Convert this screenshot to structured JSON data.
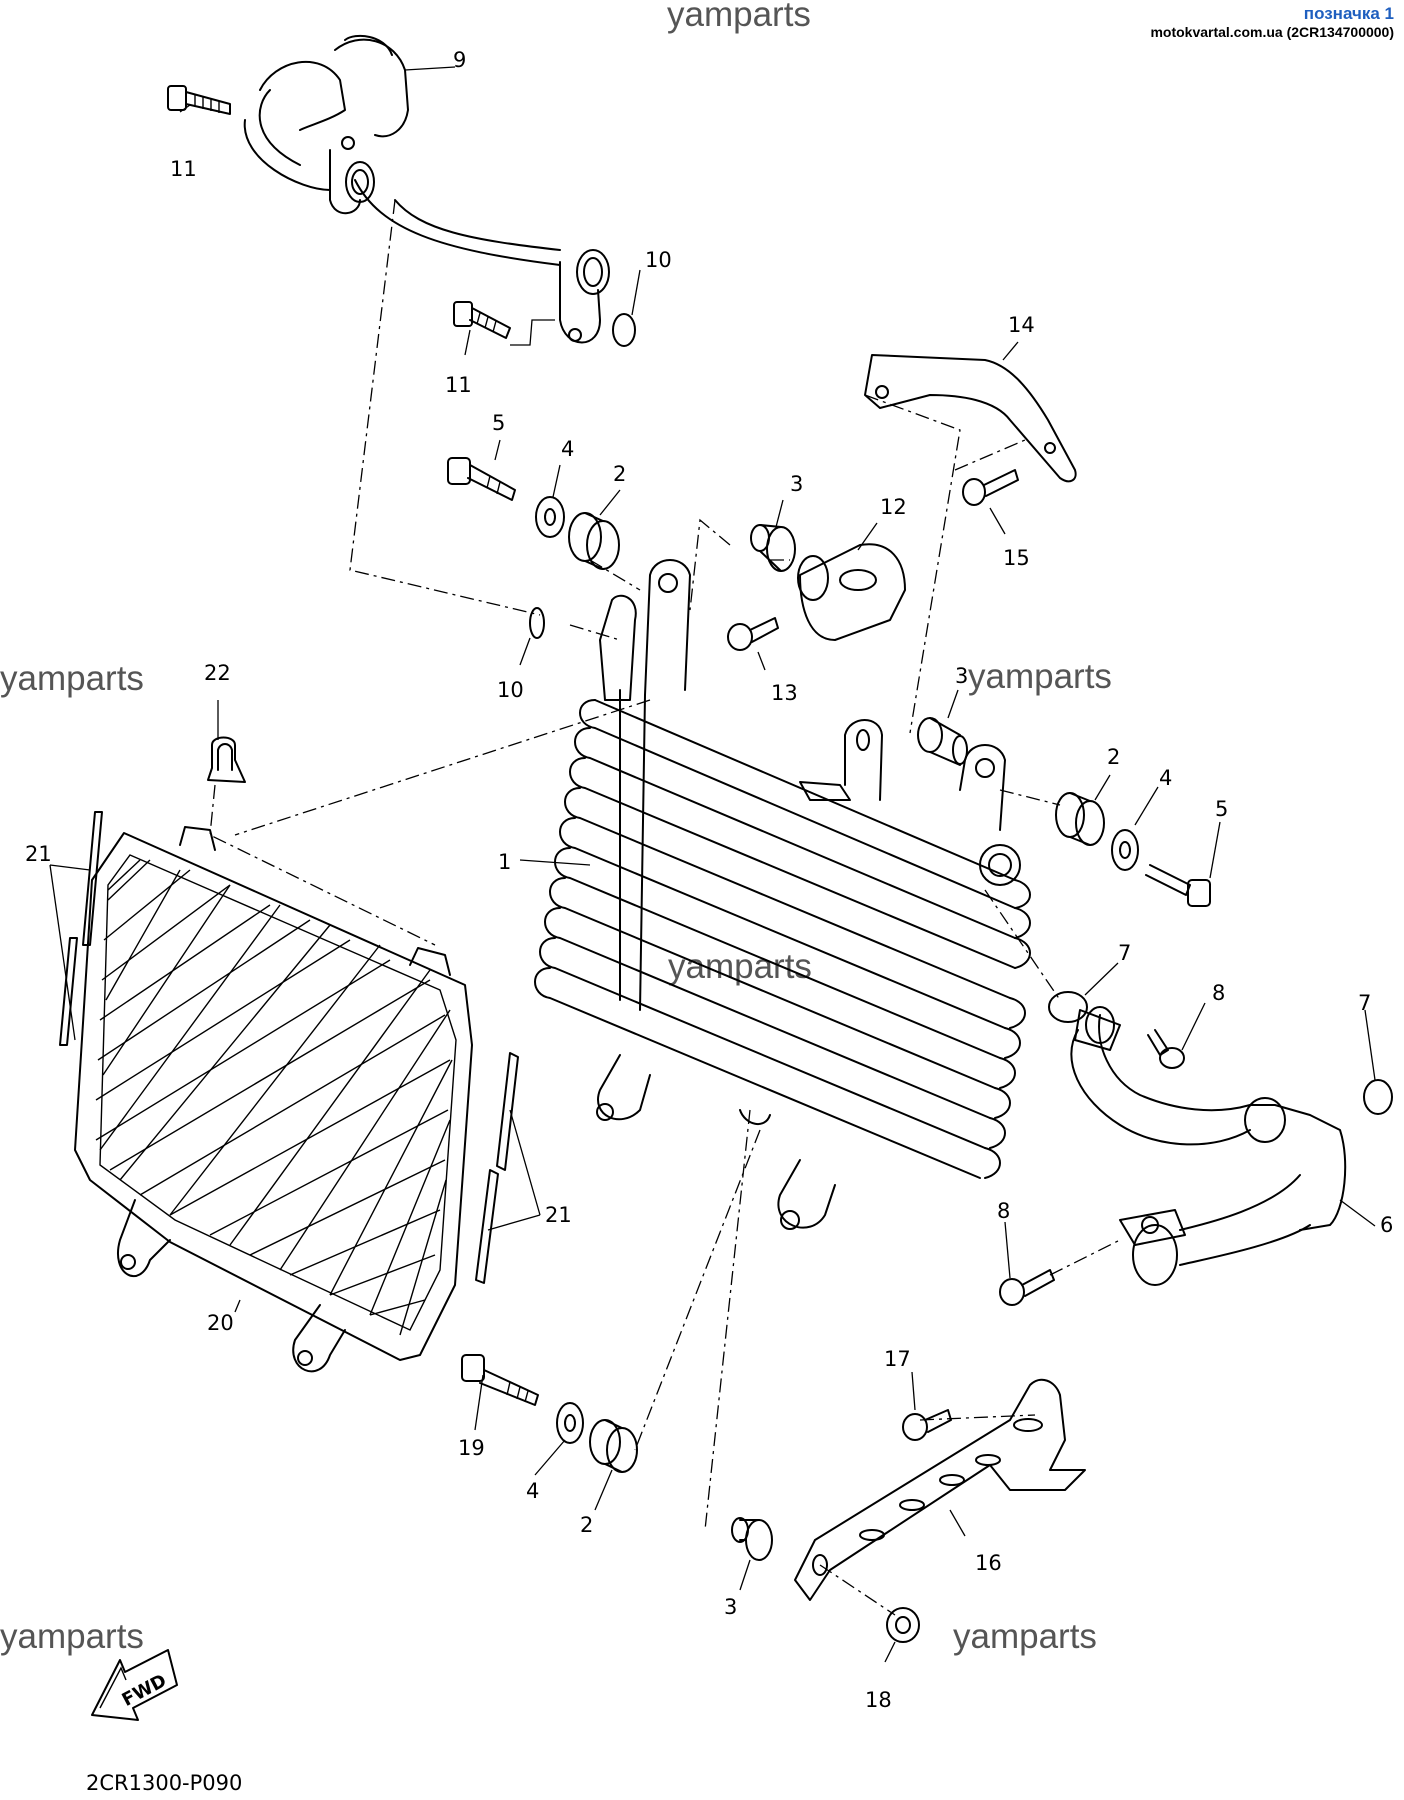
{
  "source_label": {
    "line1": "позначка 1",
    "line2": "motokvartal.com.ua (2CR134700000)"
  },
  "watermarks": [
    "yamparts",
    "yamparts",
    "yamparts",
    "yamparts",
    "yamparts",
    "yamparts"
  ],
  "diagram_code": "2CR1300-P090",
  "fwd_label": "FWD",
  "callouts": [
    "9",
    "11",
    "10",
    "11",
    "14",
    "5",
    "4",
    "2",
    "3",
    "12",
    "15",
    "13",
    "10",
    "22",
    "3",
    "2",
    "4",
    "5",
    "1",
    "21",
    "7",
    "8",
    "7",
    "21",
    "6",
    "8",
    "20",
    "17",
    "19",
    "4",
    "2",
    "16",
    "3",
    "18"
  ]
}
